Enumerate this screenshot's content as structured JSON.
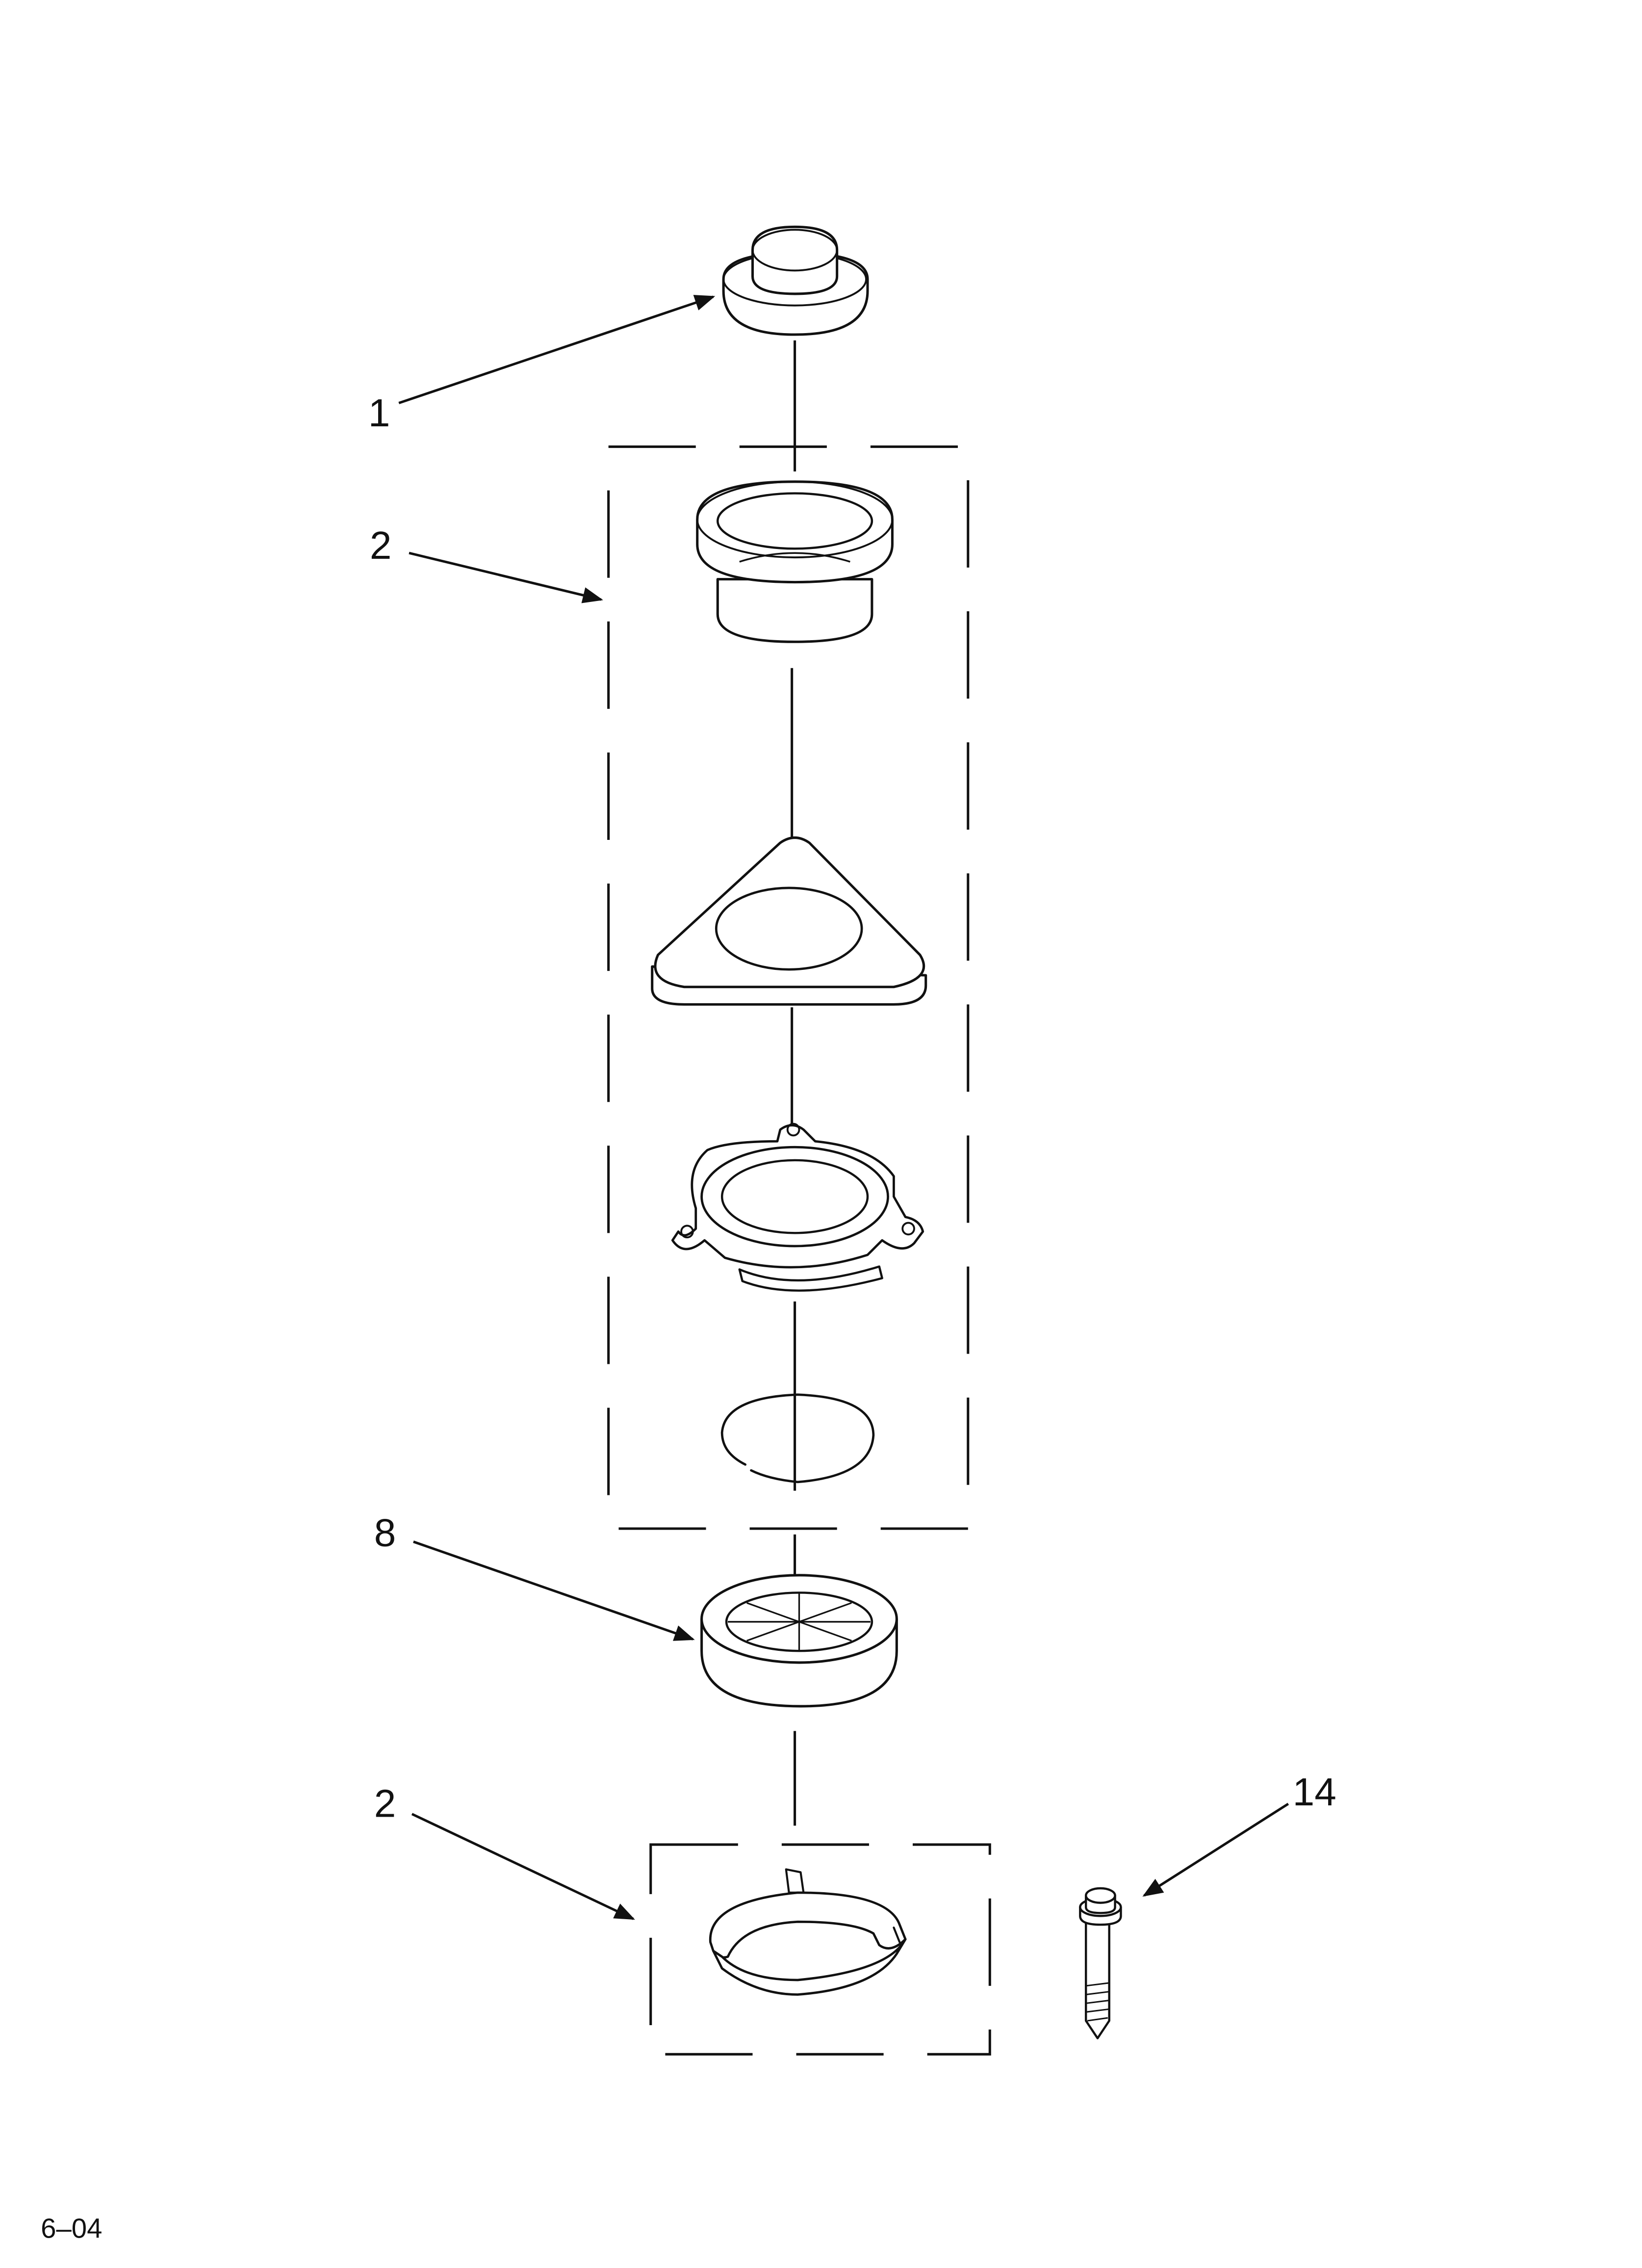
{
  "callouts": [
    {
      "id": "callout-1",
      "text": "1"
    },
    {
      "id": "callout-2-top",
      "text": "2"
    },
    {
      "id": "callout-8",
      "text": "8"
    },
    {
      "id": "callout-2-bottom",
      "text": "2"
    },
    {
      "id": "callout-14",
      "text": "14"
    }
  ],
  "footer": {
    "code": "6–04"
  }
}
